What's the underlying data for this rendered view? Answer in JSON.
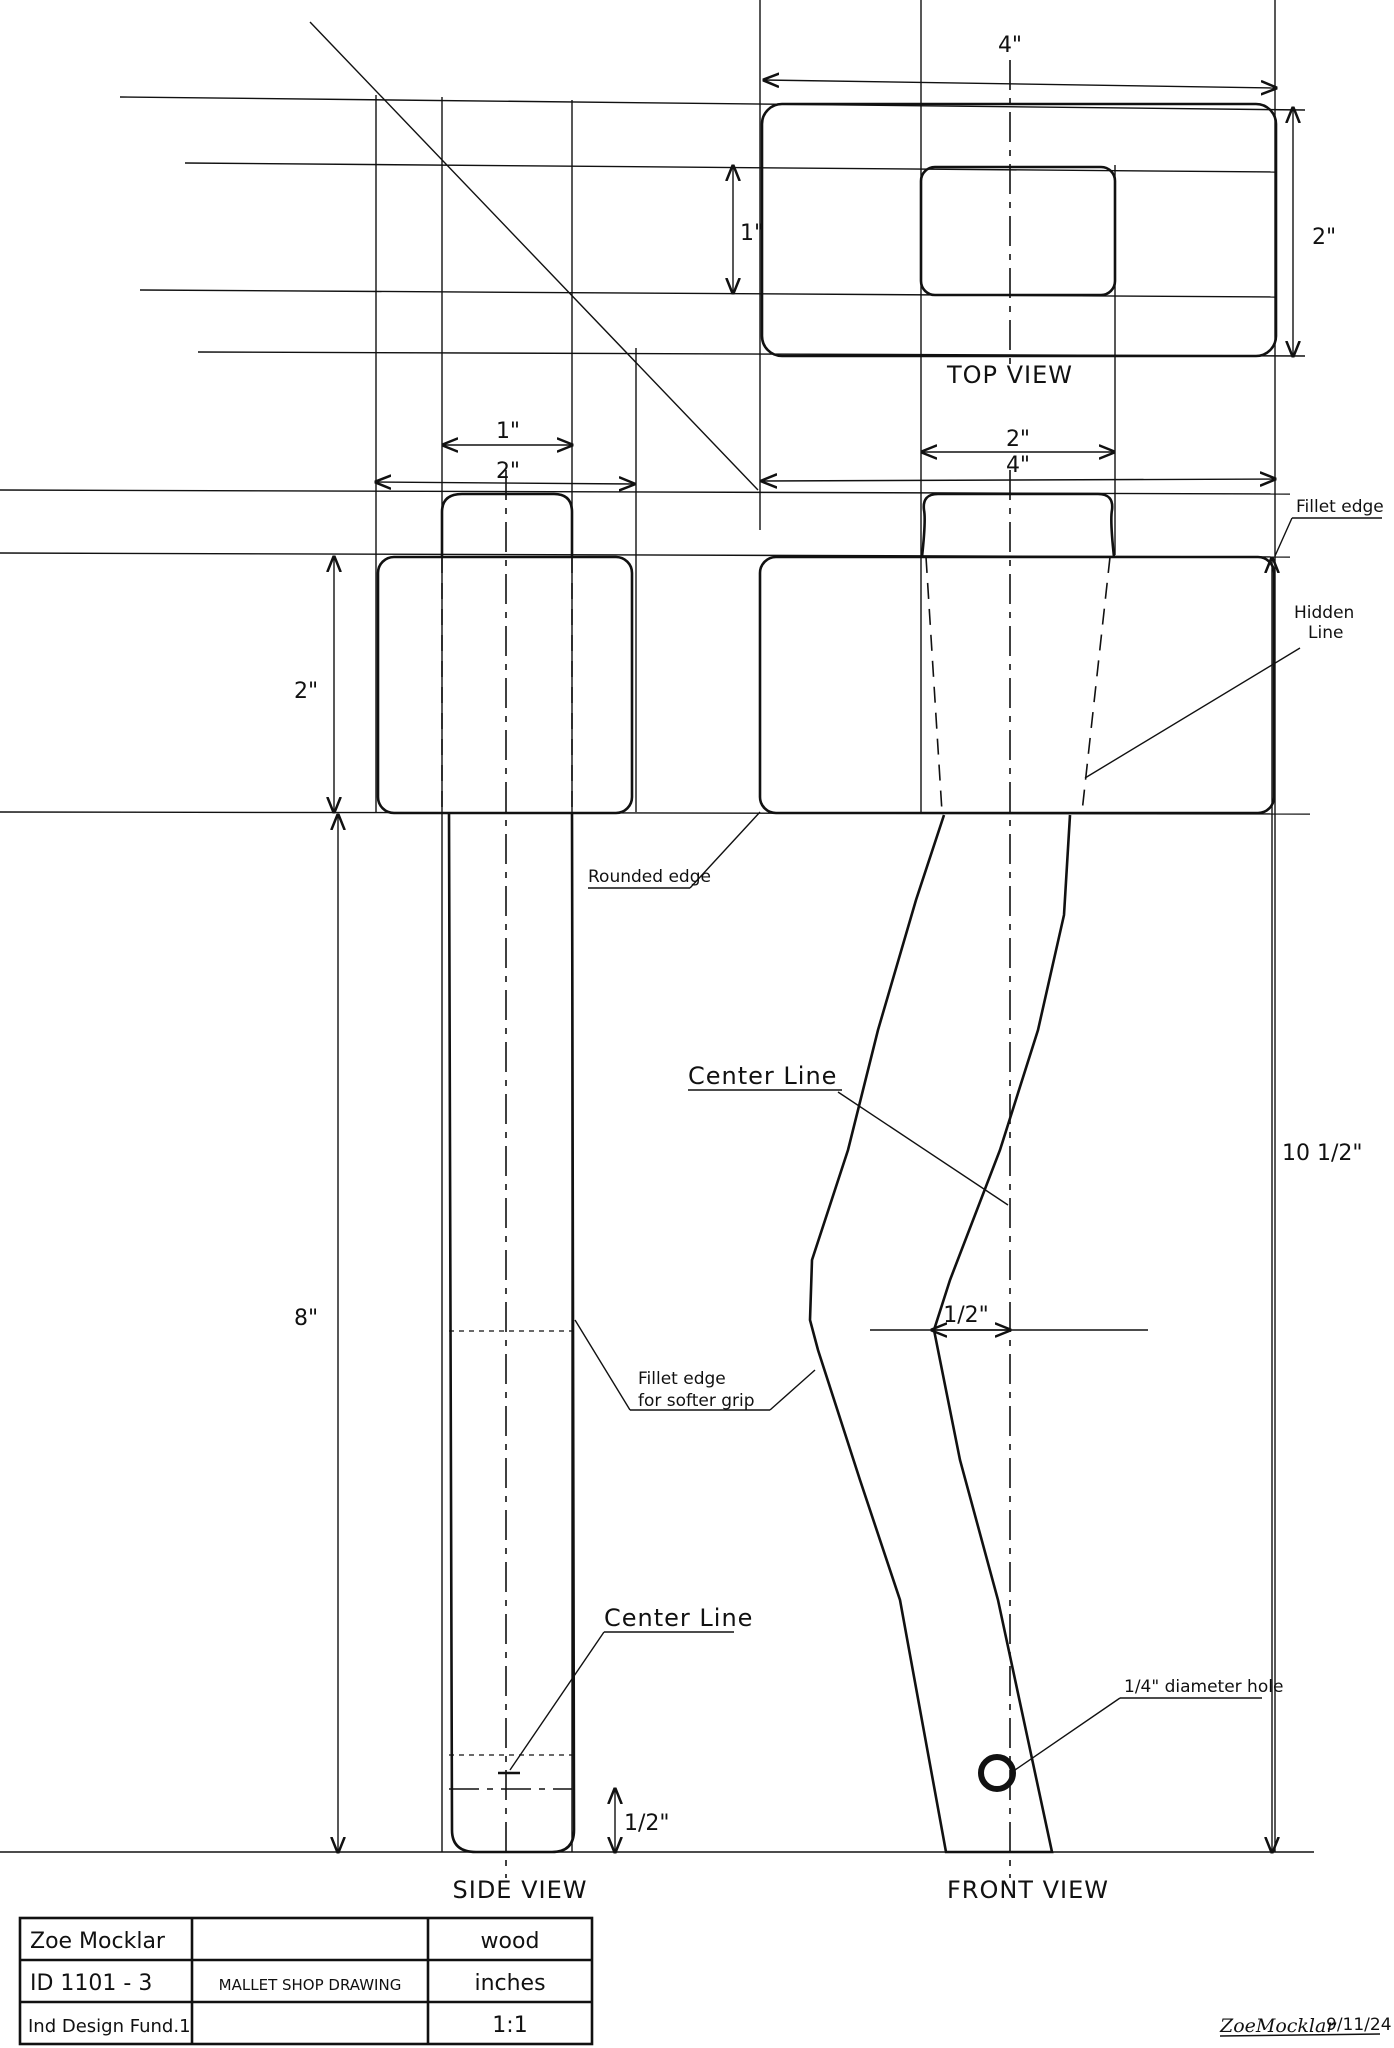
{
  "views": {
    "top": "TOP VIEW",
    "side": "SIDE VIEW",
    "front": "FRONT VIEW"
  },
  "dimensions": {
    "top_width": "4\"",
    "top_depth": "2\"",
    "top_inner": "1\"",
    "side_neck": "1\"",
    "side_head": "2\"",
    "front_neck": "2\"",
    "front_head": "4\"",
    "head_height": "2\"",
    "handle_length": "8\"",
    "overall_length": "10 1/2\"",
    "offset": "1/2\"",
    "hole_height": "1/2\""
  },
  "annotations": {
    "fillet_edge": "Fillet edge",
    "hidden_line_1": "Hidden",
    "hidden_line_2": "Line",
    "rounded_edge": "Rounded edge",
    "center_line_front": "Center Line",
    "center_line_side": "Center Line",
    "fillet_grip_1": "Fillet edge",
    "fillet_grip_2": "for softer grip",
    "hole": "1/4\" diameter hole"
  },
  "title_block": {
    "rows": [
      [
        "Zoe Mocklar",
        "",
        "wood"
      ],
      [
        "ID 1101 - 3",
        "MALLET SHOP DRAWING",
        "inches"
      ],
      [
        "Ind Design Fund.1",
        "",
        "1:1"
      ]
    ]
  },
  "signature": {
    "name": "ZoeMocklar",
    "date": "9/11/24"
  }
}
